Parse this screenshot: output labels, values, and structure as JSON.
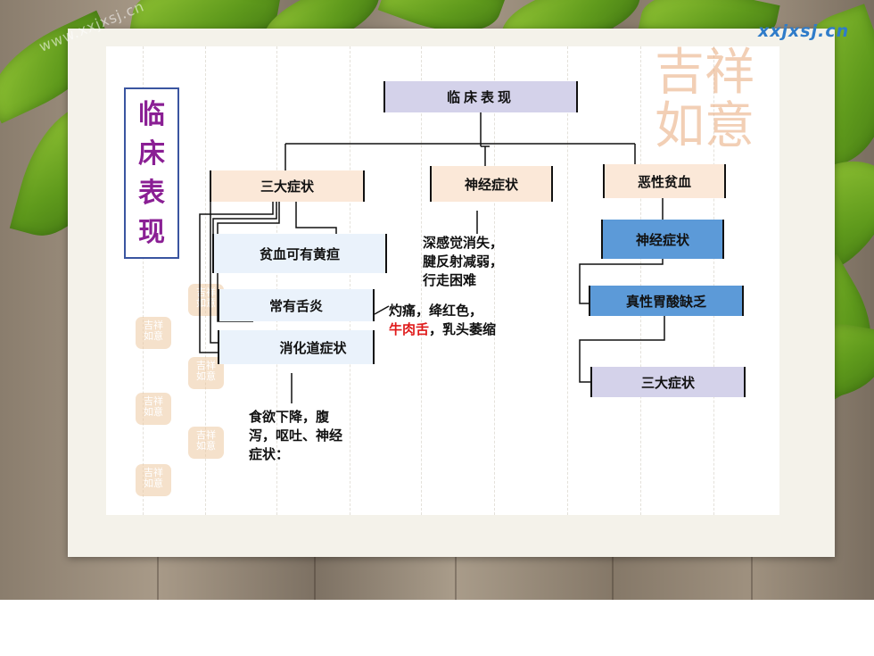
{
  "watermark": {
    "site": "www.xxjxsj.cn",
    "brand": "xxjxsj.cn"
  },
  "side_title": [
    "临",
    "床",
    "表",
    "现"
  ],
  "root": {
    "label": "临床表现"
  },
  "branches": [
    {
      "label": "三大症状"
    },
    {
      "label": "神经症状"
    },
    {
      "label": "恶性贫血"
    }
  ],
  "left_items": [
    {
      "label": "贫血可有黄疸"
    },
    {
      "label": "常有舌炎"
    },
    {
      "label": "消化道症状"
    }
  ],
  "tongue_desc": {
    "part1": "灼痛，绛红色，",
    "highlight": "牛肉舌",
    "part2": "，乳头萎缩"
  },
  "digestive_desc": [
    "食欲下降，腹",
    "泻，呕吐、神经",
    "症状："
  ],
  "neuro_desc": [
    "深感觉消失，",
    "腱反射减弱，",
    "行走困难"
  ],
  "right_items": [
    {
      "label": "神经症状"
    },
    {
      "label": "真性胃酸缺乏"
    },
    {
      "label": "三大症状"
    }
  ],
  "colors": {
    "title_text": "#8a1f94",
    "title_border": "#3a55a0",
    "highlight": "#e01a1a",
    "box_lilac": "#d4d2ea",
    "box_peach": "#fbe8d8",
    "box_blue": "#5c9ad8"
  }
}
